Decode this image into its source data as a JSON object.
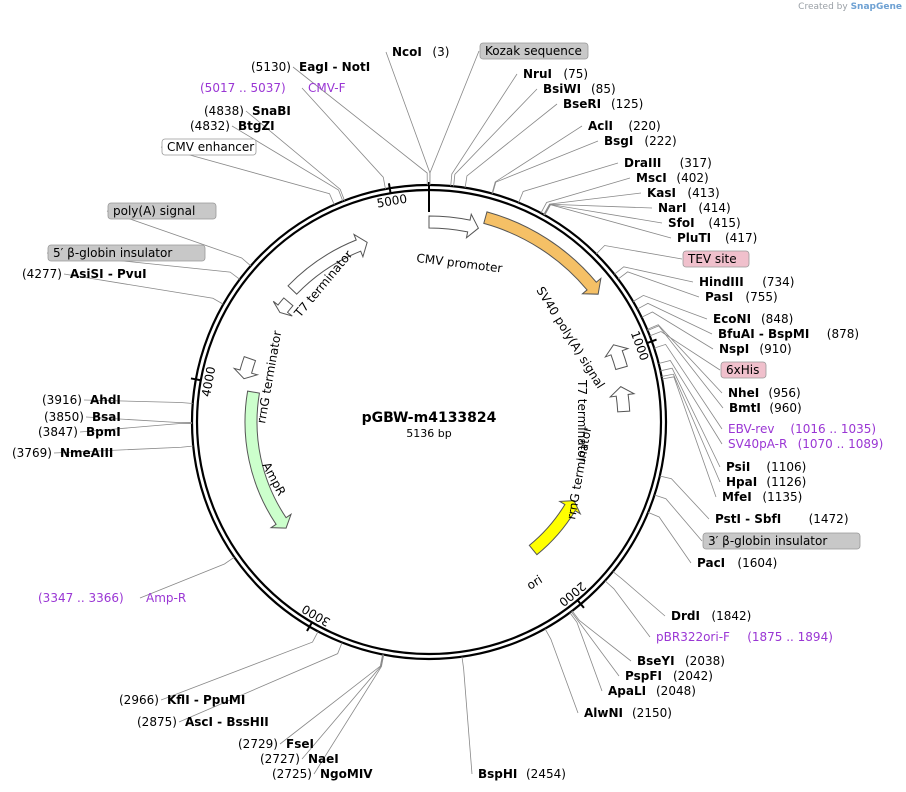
{
  "credit": {
    "prefix": "Created by",
    "brand": "SnapGene"
  },
  "plasmid": {
    "name": "pGBW-m4133824",
    "length_label": "5136 bp",
    "length_bp": 5136
  },
  "ticks": [
    "1000",
    "2000",
    "3000",
    "4000",
    "5000"
  ],
  "features": [
    {
      "name": "CMV promoter",
      "start": 0,
      "end": 204,
      "color": "#ffffff",
      "kind": "arrow",
      "strand": 1
    },
    {
      "name": "SV40 poly(A) signal",
      "start": 220,
      "end": 755,
      "color": "#f5c066",
      "kind": "arrow",
      "strand": 1
    },
    {
      "name": "T7 terminator",
      "start": 960,
      "end": 1060,
      "color": "#ffffff",
      "kind": "arrow",
      "strand": -1
    },
    {
      "name": "rrnG terminator",
      "start": 1135,
      "end": 1240,
      "color": "#ffffff",
      "kind": "arrow",
      "strand": -1
    },
    {
      "name": "ori",
      "start": 1690,
      "end": 2010,
      "color": "#ffff00",
      "kind": "arrow",
      "strand": -1
    },
    {
      "name": "AmpR",
      "start": 3330,
      "end": 3990,
      "color": "#ccffcc",
      "kind": "arrow",
      "strand": -1
    },
    {
      "name": "rrnG terminator",
      "start": 4040,
      "end": 4130,
      "color": "#ffffff",
      "kind": "arrow",
      "strand": -1
    },
    {
      "name": "T7 terminator",
      "start": 4370,
      "end": 4430,
      "color": "#ffffff",
      "kind": "arrow",
      "strand": -1
    },
    {
      "name": "CMV enhancer",
      "start": 4480,
      "end": 4865,
      "color": "#ffffff",
      "kind": "arrow",
      "strand": 1
    }
  ],
  "enzymes": [
    {
      "text": "NcoI",
      "num": "(3)"
    },
    {
      "text": "EagI - NotI",
      "num": "(5130)"
    },
    {
      "text": "SnaBI",
      "num": "(4838)"
    },
    {
      "text": "BtgZI",
      "num": "(4832)"
    },
    {
      "text": "AsiSI - PvuI",
      "num": "(4277)"
    },
    {
      "text": "AhdI",
      "num": "(3916)"
    },
    {
      "text": "BsaI",
      "num": "(3850)"
    },
    {
      "text": "BpmI",
      "num": "(3847)"
    },
    {
      "text": "NmeAIII",
      "num": "(3769)"
    },
    {
      "text": "KflI - PpuMI",
      "num": "(2966)"
    },
    {
      "text": "AscI - BssHII",
      "num": "(2875)"
    },
    {
      "text": "FseI",
      "num": "(2729)"
    },
    {
      "text": "NaeI",
      "num": "(2727)"
    },
    {
      "text": "NgoMIV",
      "num": "(2725)"
    },
    {
      "text": "BspHI",
      "num": "(2454)"
    },
    {
      "text": "AlwNI",
      "num": "(2150)"
    },
    {
      "text": "ApaLI",
      "num": "(2048)"
    },
    {
      "text": "PspFI",
      "num": "(2042)"
    },
    {
      "text": "BseYI",
      "num": "(2038)"
    },
    {
      "text": "DrdI",
      "num": "(1842)"
    },
    {
      "text": "PacI",
      "num": "(1604)"
    },
    {
      "text": "PstI - SbfI",
      "num": "(1472)"
    },
    {
      "text": "MfeI",
      "num": "(1135)"
    },
    {
      "text": "HpaI",
      "num": "(1126)"
    },
    {
      "text": "PsiI",
      "num": "(1106)"
    },
    {
      "text": "BmtI",
      "num": "(960)"
    },
    {
      "text": "NheI",
      "num": "(956)"
    },
    {
      "text": "NspI",
      "num": "(910)"
    },
    {
      "text": "BfuAI - BspMI",
      "num": "(878)"
    },
    {
      "text": "EcoNI",
      "num": "(848)"
    },
    {
      "text": "PasI",
      "num": "(755)"
    },
    {
      "text": "HindIII",
      "num": "(734)"
    },
    {
      "text": "PluTI",
      "num": "(417)"
    },
    {
      "text": "SfoI",
      "num": "(415)"
    },
    {
      "text": "NarI",
      "num": "(414)"
    },
    {
      "text": "KasI",
      "num": "(413)"
    },
    {
      "text": "MscI",
      "num": "(402)"
    },
    {
      "text": "DraIII",
      "num": "(317)"
    },
    {
      "text": "BsgI",
      "num": "(222)"
    },
    {
      "text": "AclI",
      "num": "(220)"
    },
    {
      "text": "BseRI",
      "num": "(125)"
    },
    {
      "text": "BsiWI",
      "num": "(85)"
    },
    {
      "text": "NruI",
      "num": "(75)"
    }
  ],
  "primers": [
    {
      "name": "CMV-F",
      "range": "(5017 .. 5037)"
    },
    {
      "name": "Amp-R",
      "range": "(3347 .. 3366)"
    },
    {
      "name": "pBR322ori-F",
      "range": "(1875 .. 1894)"
    },
    {
      "name": "SV40pA-R",
      "range": "(1070 .. 1089)"
    },
    {
      "name": "EBV-rev",
      "range": "(1016 .. 1035)"
    }
  ],
  "boxed_labels": [
    {
      "text": "Kozak sequence",
      "color": "#c8c8c8"
    },
    {
      "text": "CMV enhancer",
      "color": "#ffffff"
    },
    {
      "text": "poly(A) signal",
      "color": "#c8c8c8"
    },
    {
      "text": "5′ β-globin insulator",
      "color": "#c8c8c8"
    },
    {
      "text": "TEV site",
      "color": "#f0c0cc"
    },
    {
      "text": "6xHis",
      "color": "#f0c0cc"
    },
    {
      "text": "3′ β-globin insulator",
      "color": "#c8c8c8"
    }
  ]
}
